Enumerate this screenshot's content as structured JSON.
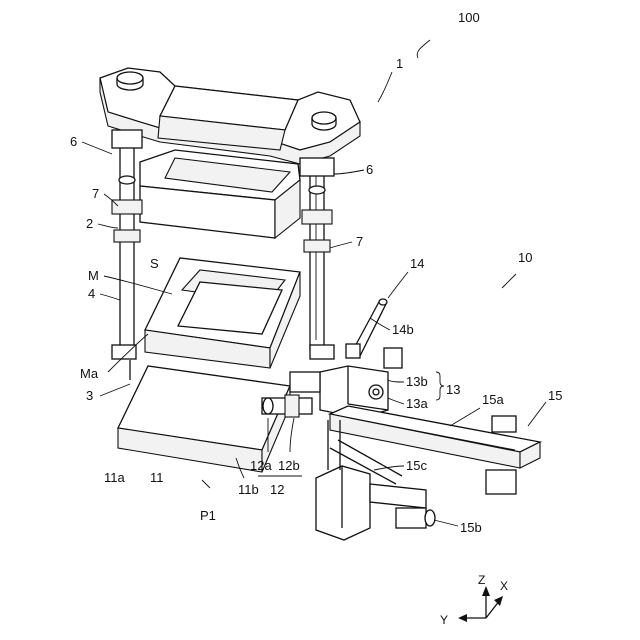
{
  "labels": {
    "l100": "100",
    "l1": "1",
    "l6a": "6",
    "l6b": "6",
    "l7a": "7",
    "l7b": "7",
    "l2": "2",
    "lS": "S",
    "lM": "M",
    "l4": "4",
    "l14": "14",
    "l10": "10",
    "l14b": "14b",
    "lMa": "Ma",
    "l3": "3",
    "l13b": "13b",
    "l13": "13",
    "l13a": "13a",
    "l15a": "15a",
    "l15": "15",
    "l11a": "11a",
    "l11": "11",
    "l12a": "12a",
    "l12b": "12b",
    "l12": "12",
    "l15c": "15c",
    "l11b": "11b",
    "lP1": "P1",
    "l15b": "15b"
  },
  "axes": {
    "z": "Z",
    "x": "X",
    "y": "Y"
  }
}
